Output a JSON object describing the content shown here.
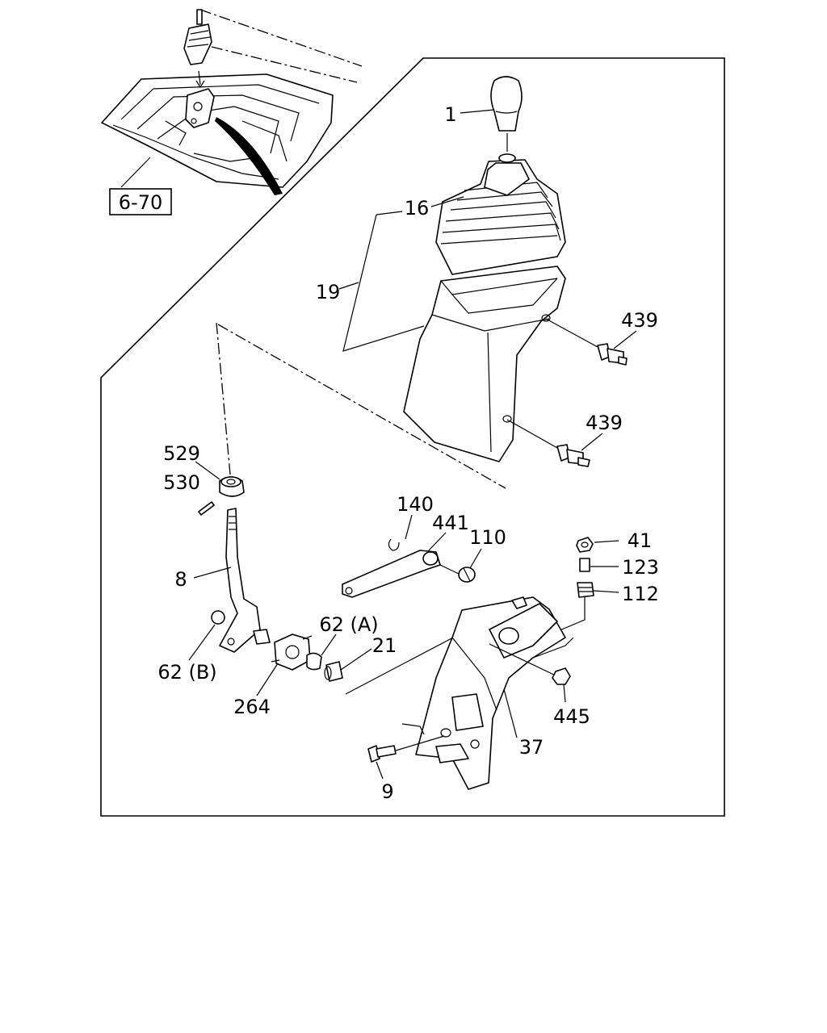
{
  "reference_box": "6-70",
  "labels": {
    "p1": "1",
    "p16": "16",
    "p19": "19",
    "p439a": "439",
    "p439b": "439",
    "p529": "529",
    "p530": "530",
    "p140": "140",
    "p441": "441",
    "p110": "110",
    "p41": "41",
    "p123": "123",
    "p112": "112",
    "p8": "8",
    "p62a": "62 (A)",
    "p21": "21",
    "p62b": "62 (B)",
    "p264": "264",
    "p445": "445",
    "p37": "37",
    "p9": "9"
  }
}
